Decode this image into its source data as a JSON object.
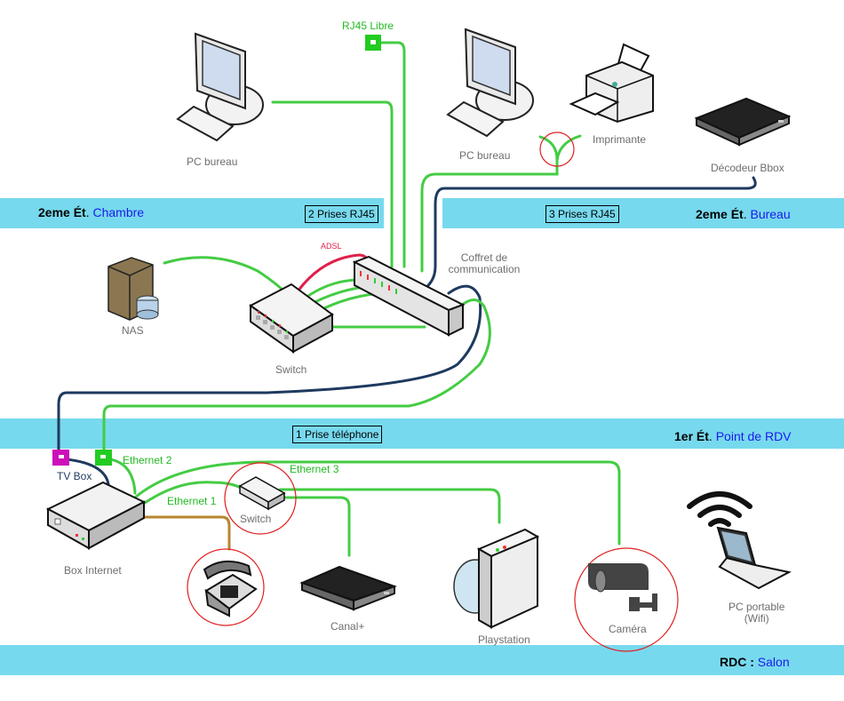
{
  "floors": [
    {
      "level": "2eme Ét",
      "sep": ".",
      "room": "Chambre",
      "prises": "2 Prises RJ45"
    },
    {
      "level": "2eme Ét",
      "sep": ".",
      "room": "Bureau",
      "prises": "3 Prises RJ45"
    },
    {
      "level": "1er Ét",
      "sep": ".",
      "room": "Point de RDV",
      "prises": "1 Prise téléphone"
    },
    {
      "level": "RDC",
      "sep": " :",
      "room": "Salon"
    }
  ],
  "devices": {
    "pc_bureau_chambre": "PC bureau",
    "pc_bureau_bureau": "PC bureau",
    "imprimante": "Imprimante",
    "decodeur": "Décodeur Bbox",
    "nas": "NAS",
    "switch_main": "Switch",
    "coffret": "Coffret de communication",
    "box_internet": "Box Internet",
    "switch_small": "Switch",
    "canal": "Canal+",
    "playstation": "Playstation",
    "camera": "Caméra",
    "pc_portable_line1": "PC portable",
    "pc_portable_line2": "(Wifi)"
  },
  "ports": {
    "rj45_libre": "RJ45 Libre",
    "tv_box": "TV Box",
    "adsl": "ADSL"
  },
  "links": {
    "ethernet1": "Ethernet 1",
    "ethernet2": "Ethernet 2",
    "ethernet3": "Ethernet 3"
  },
  "colors": {
    "band": "#77d9ee",
    "ethernet": "#33cc33",
    "tv": "#1e3a5f",
    "adsl": "#e0204a",
    "phone": "#b8862e",
    "highlight": "#e02020",
    "tv_port": "#cc11bb"
  }
}
